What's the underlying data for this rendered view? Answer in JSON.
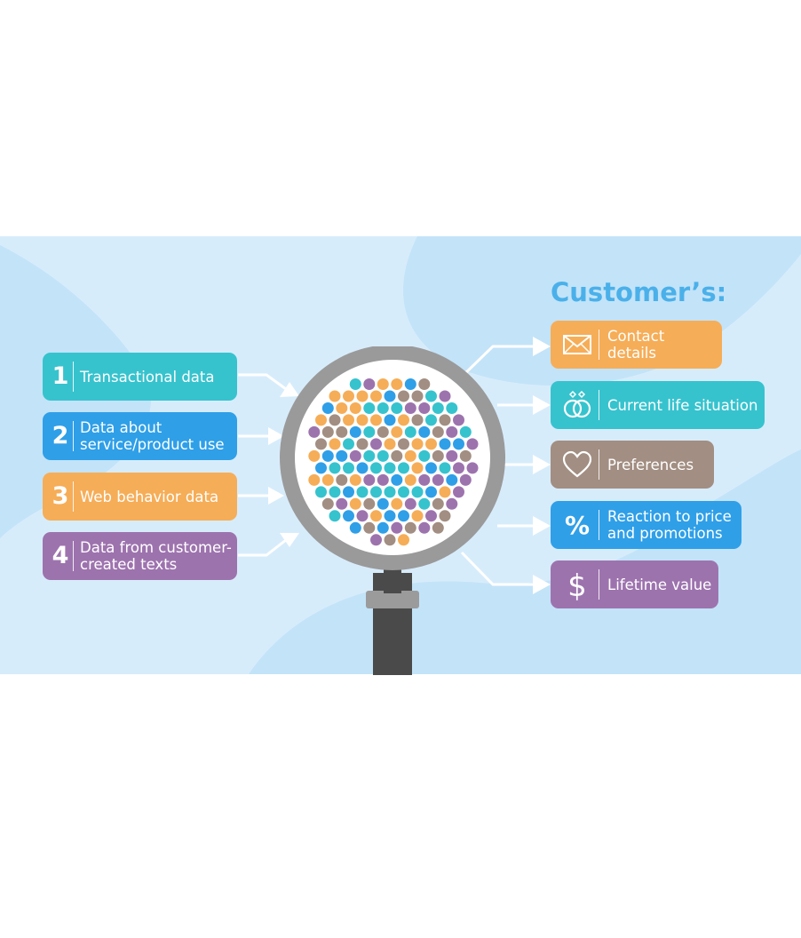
{
  "title": "Customer’s:",
  "colors": {
    "teal": "#36c3ce",
    "blue": "#2f9fe8",
    "orange": "#f6ad57",
    "purple": "#9d73ae",
    "taupe": "#a28e82",
    "background": "#d7ecfb"
  },
  "inputs": [
    {
      "number": "1",
      "label": "Transactional data",
      "color": "#36c3ce"
    },
    {
      "number": "2",
      "label": "Data about\nservice/product use",
      "color": "#2f9fe8"
    },
    {
      "number": "3",
      "label": "Web behavior data",
      "color": "#f6ad57"
    },
    {
      "number": "4",
      "label": "Data from customer-\ncreated texts",
      "color": "#9d73ae"
    }
  ],
  "outputs": [
    {
      "icon": "envelope-icon",
      "label": "Contact details",
      "color": "#f6ad57"
    },
    {
      "icon": "rings-icon",
      "label": "Current life situation",
      "color": "#36c3ce"
    },
    {
      "icon": "heart-icon",
      "label": "Preferences",
      "color": "#a28e82"
    },
    {
      "icon": "percent-icon",
      "label": "Reaction to price\nand promotions",
      "color": "#2f9fe8"
    },
    {
      "icon": "dollar-icon",
      "label": "Lifetime value",
      "color": "#9d73ae"
    }
  ],
  "icon_glyphs": {
    "percent": "%",
    "dollar": "$"
  }
}
